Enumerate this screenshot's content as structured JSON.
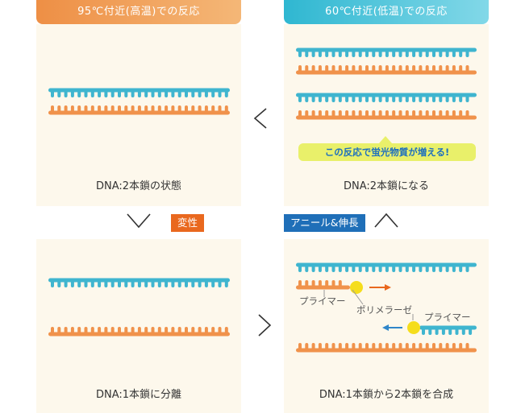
{
  "header_left": "95℃付近(高温)での反応",
  "header_right": "60℃付近(低温)での反応",
  "panels": {
    "top_left_caption": "DNA:2本鎖の状態",
    "top_right_caption": "DNA:2本鎖になる",
    "bottom_left_caption": "DNA:1本鎖に分離",
    "bottom_right_caption": "DNA:1本鎖から2本鎖を合成"
  },
  "tags": {
    "denature": "変性",
    "anneal_extend": "アニール&伸長"
  },
  "note": "この反応で蛍光物質が増える!",
  "labels": {
    "primer_1": "プライマー",
    "polymerase": "ポリメラーゼ",
    "primer_2": "プライマー"
  },
  "colors": {
    "blue_strand": "#3fb5cf",
    "orange_strand": "#f0924b",
    "polymerase": "#f5dd1c",
    "denature_tag": "#e9681e",
    "anneal_tag": "#1f6fb8"
  }
}
